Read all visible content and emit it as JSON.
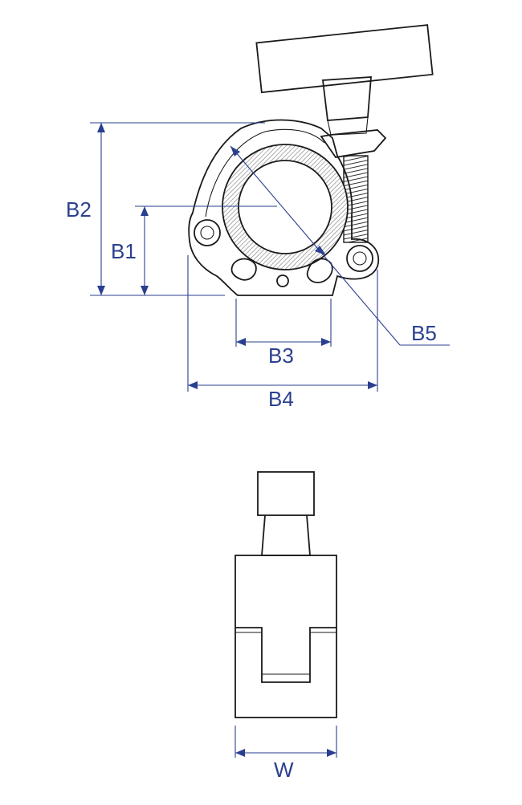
{
  "labels": {
    "b1": "B1",
    "b2": "B2",
    "b3": "B3",
    "b4": "B4",
    "b5": "B5",
    "w": "W"
  },
  "colors": {
    "dimension": "#2a3f8f",
    "outline": "#1a1a1a",
    "hatch": "#9a9a9a",
    "background": "#ffffff"
  }
}
